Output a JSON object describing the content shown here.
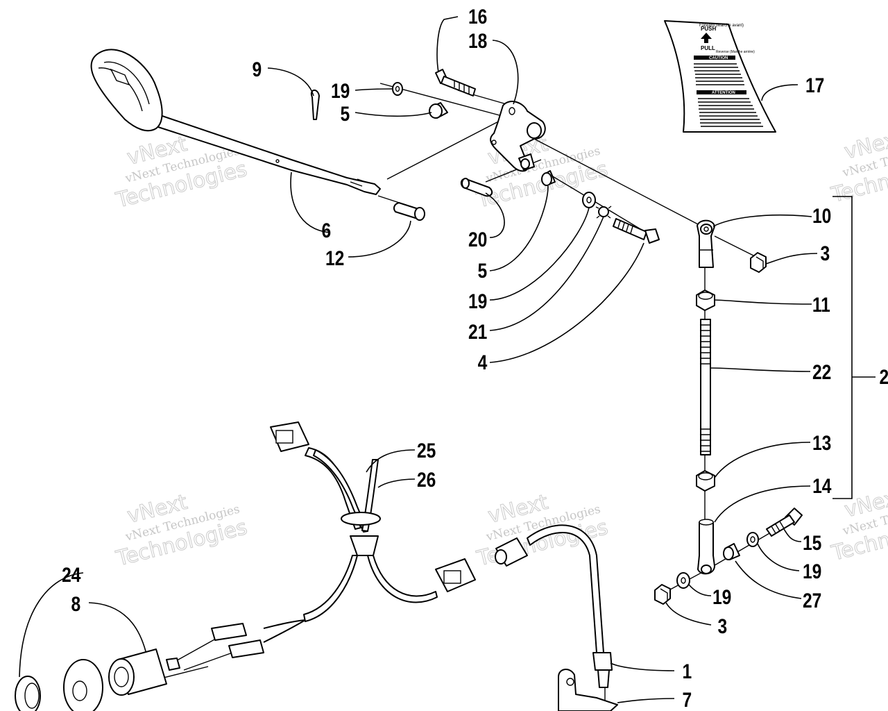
{
  "watermark": {
    "line1": "vNext",
    "line2": "vNext Technologies",
    "line3": "Technologies"
  },
  "decal": {
    "top_small": "Forward (Marche avant)",
    "push": "PUSH",
    "pull": "PULL",
    "bottom_small": "Reverse (Marche arrière)",
    "caution": "CAUTION",
    "attention": "ATTENTION"
  },
  "callouts": {
    "c1": "1",
    "c2": "2",
    "c3a": "3",
    "c3b": "3",
    "c4": "4",
    "c5a": "5",
    "c5b": "5",
    "c6": "6",
    "c7": "7",
    "c8": "8",
    "c9": "9",
    "c10": "10",
    "c11": "11",
    "c12": "12",
    "c13": "13",
    "c14": "14",
    "c15": "15",
    "c16": "16",
    "c17": "17",
    "c18": "18",
    "c19a": "19",
    "c19b": "19",
    "c19c": "19",
    "c19d": "19",
    "c20": "20",
    "c21": "21",
    "c22": "22",
    "c24": "24",
    "c25": "25",
    "c26": "26",
    "c27": "27"
  }
}
